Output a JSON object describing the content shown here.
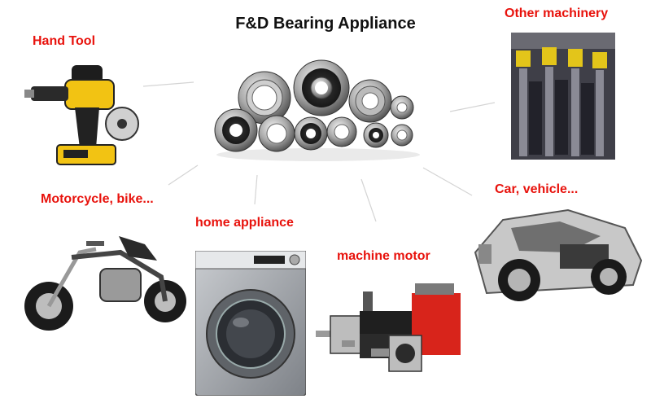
{
  "title": "F&D Bearing Appliance",
  "label_color": "#e8120c",
  "applications": [
    {
      "label": "Hand Tool",
      "icon": "power-drill-icon"
    },
    {
      "label": "Other machinery",
      "icon": "machinery-icon"
    },
    {
      "label": "Motorcycle, bike...",
      "icon": "motorcycle-icon"
    },
    {
      "label": "home appliance",
      "icon": "washing-machine-icon"
    },
    {
      "label": "machine motor",
      "icon": "servo-motor-icon"
    },
    {
      "label": "Car, vehicle...",
      "icon": "car-chassis-icon"
    }
  ]
}
